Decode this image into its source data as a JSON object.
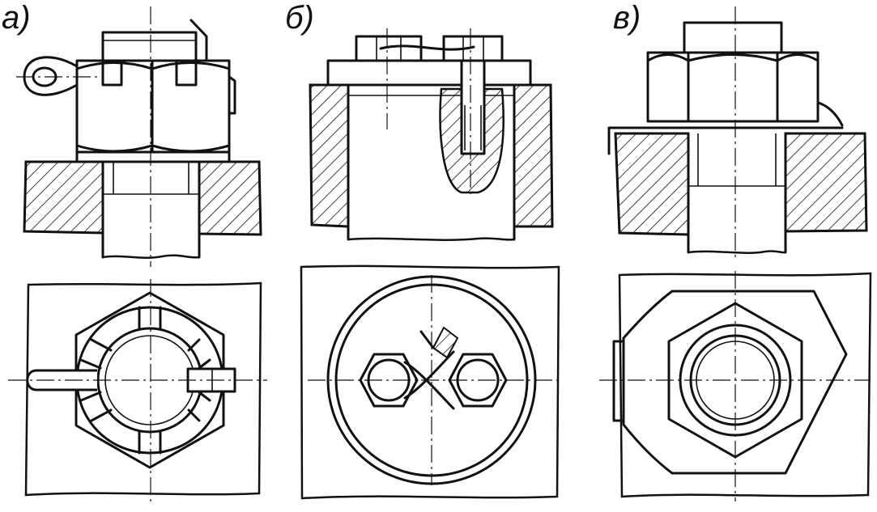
{
  "figure": {
    "panels": [
      {
        "id": "a",
        "label": "а)",
        "method": "castle-nut-with-cotter-pin"
      },
      {
        "id": "b",
        "label": "б)",
        "method": "wire-tied-bolt-heads"
      },
      {
        "id": "c",
        "label": "в)",
        "method": "nut-with-tab-washer"
      }
    ]
  }
}
